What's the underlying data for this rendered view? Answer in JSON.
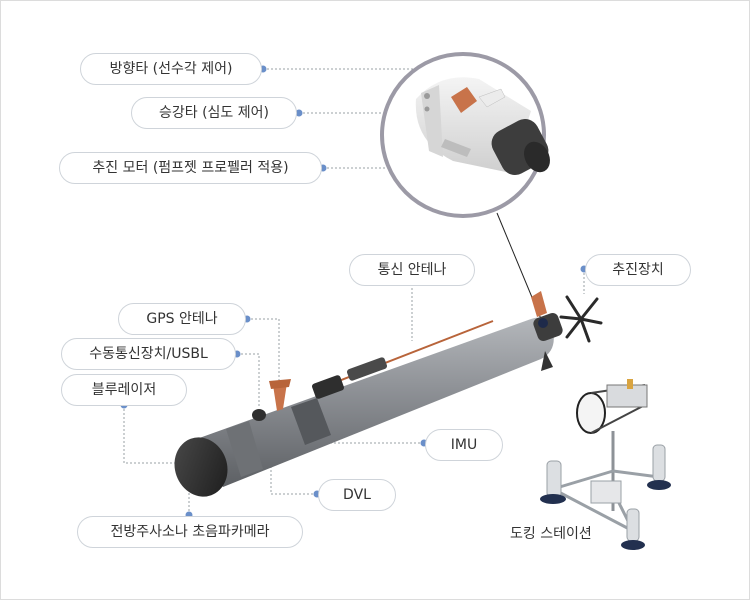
{
  "labels": {
    "yaw_rudder": "방향타 (선수각 제어)",
    "pitch_rudder": "승강타 (심도 제어)",
    "thrust_motor": "추진 모터 (펌프젯 프로펠러 적용)",
    "comm_antenna": "통신 안테나",
    "propulsion": "추진장치",
    "gps_antenna": "GPS 안테나",
    "acoustic_usbl": "수동통신장치/USBL",
    "blue_laser": "블루레이저",
    "imu": "IMU",
    "dvl": "DVL",
    "forward_sonar": "전방주사소나 초음파카메라",
    "docking_station": "도킹 스테이션"
  },
  "colors": {
    "leader_dot": "#6a8fc9",
    "hull": "#8c8f94",
    "nose": "#2b2b2b",
    "fin": "#c8734a"
  }
}
